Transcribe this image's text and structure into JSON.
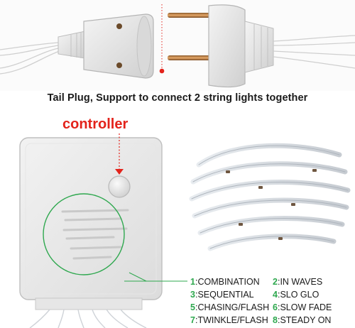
{
  "caption": "Tail Plug, Support to connect 2 string lights together",
  "controller_label": "controller",
  "modes": [
    {
      "num": "1",
      "label": "COMBINATION"
    },
    {
      "num": "2",
      "label": "IN WAVES"
    },
    {
      "num": "3",
      "label": "SEQUENTIAL"
    },
    {
      "num": "4",
      "label": "SLO GLO"
    },
    {
      "num": "5",
      "label": "CHASING/FLASH"
    },
    {
      "num": "6",
      "label": "SLOW FADE"
    },
    {
      "num": "7",
      "label": "TWINKLE/FLASH"
    },
    {
      "num": "8",
      "label": "STEADY ON"
    }
  ],
  "colors": {
    "accent_red": "#e3231b",
    "accent_green": "#2fa84f",
    "text": "#1a1a1a"
  }
}
